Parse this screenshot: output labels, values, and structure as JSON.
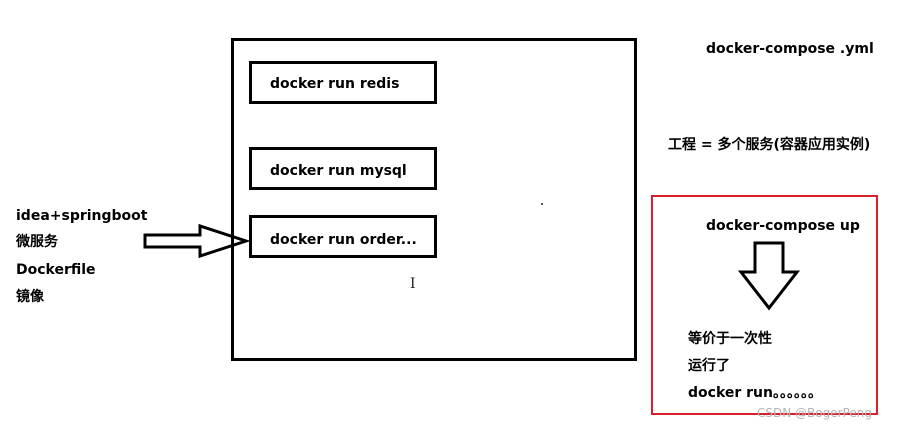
{
  "left_notes": [
    "idea+springboot",
    "微服务",
    "Dockerfile",
    "镜像"
  ],
  "services": [
    "docker run redis",
    "docker run  mysql",
    "docker run  order..."
  ],
  "compose_file": "docker-compose .yml",
  "project_note": "工程 = 多个服务(容器应用实例)",
  "compose_up": {
    "command": "docker-compose up",
    "explanation": [
      "等价于一次性",
      "运行了",
      "docker run。。。。。。"
    ]
  },
  "watermark": "CSDN @BogerPeng",
  "colors": {
    "stroke": "#000000",
    "highlight": "#d9202a"
  },
  "icons": {
    "input_arrow": "right-arrow-outline-icon",
    "down_arrow": "down-arrow-outline-icon",
    "cursor": "text-cursor-icon"
  }
}
